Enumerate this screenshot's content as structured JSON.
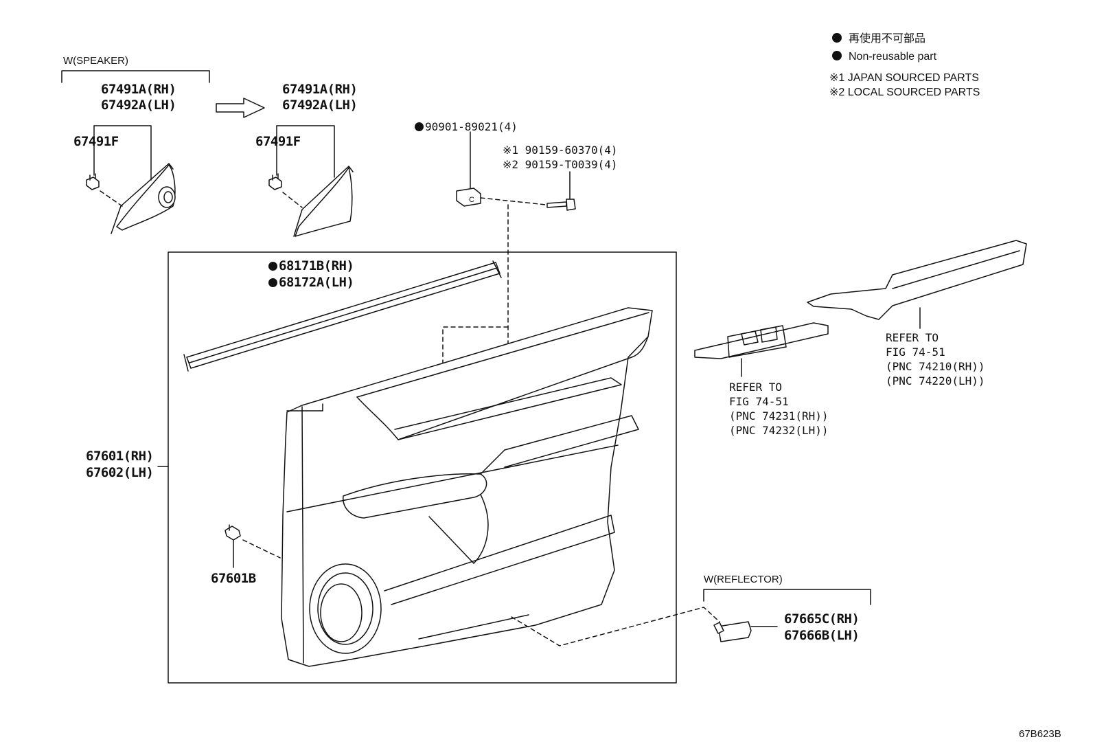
{
  "legend": {
    "non_reusable_jp": "再使用不可部品",
    "non_reusable_en": "Non-reusable part",
    "note1": "※1  JAPAN SOURCED PARTS",
    "note2": "※2  LOCAL SOURCED PARTS"
  },
  "groups": {
    "speaker": "W(SPEAKER)",
    "reflector": "W(REFLECTOR)"
  },
  "parts": {
    "tweeter_rh_1": "67491A(RH)",
    "tweeter_lh_1": "67492A(LH)",
    "tweeter_clip_1": "67491F",
    "tweeter_rh_2": "67491A(RH)",
    "tweeter_lh_2": "67492A(LH)",
    "tweeter_clip_2": "67491F",
    "clip_nut": "90901-89021(4)",
    "screw_jp": "※1 90159-60370(4)",
    "screw_local": "※2 90159-T0039(4)",
    "weatherstrip_rh": "68171B(RH)",
    "weatherstrip_lh": "68172A(LH)",
    "panel_rh": "67601(RH)",
    "panel_lh": "67602(LH)",
    "panel_clip": "67601B",
    "reflector_rh": "67665C(RH)",
    "reflector_lh": "67666B(LH)"
  },
  "references": {
    "switch_ref": [
      "REFER TO",
      "FIG 74-51",
      "(PNC 74231(RH))",
      "(PNC 74232(LH))"
    ],
    "armrest_ref": [
      "REFER TO",
      "FIG 74-51",
      "(PNC 74210(RH))",
      "(PNC 74220(LH))"
    ]
  },
  "figure_id": "67B623B"
}
